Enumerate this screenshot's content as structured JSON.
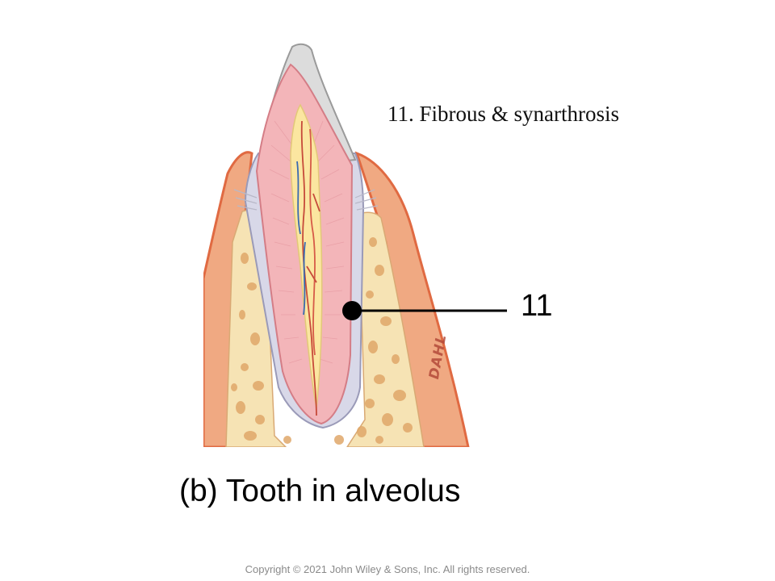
{
  "answer_text": "11. Fibrous & synarthrosis",
  "callout": {
    "number": "11"
  },
  "caption": "(b) Tooth in alveolus",
  "artist_signature": "DAHL",
  "copyright": "Copyright © 2021 John Wiley & Sons, Inc. All rights reserved.",
  "colors": {
    "gingiva": "#f0a982",
    "gingiva_edge": "#e06a42",
    "bone": "#f6e3b4",
    "bone_pore": "#e0a86a",
    "dentin": "#f3b5b9",
    "enamel": "#dcdcdc",
    "pulp": "#fbe6a0",
    "periodontal_ligament": "#d8d8e8",
    "leader_line": "#000000"
  }
}
